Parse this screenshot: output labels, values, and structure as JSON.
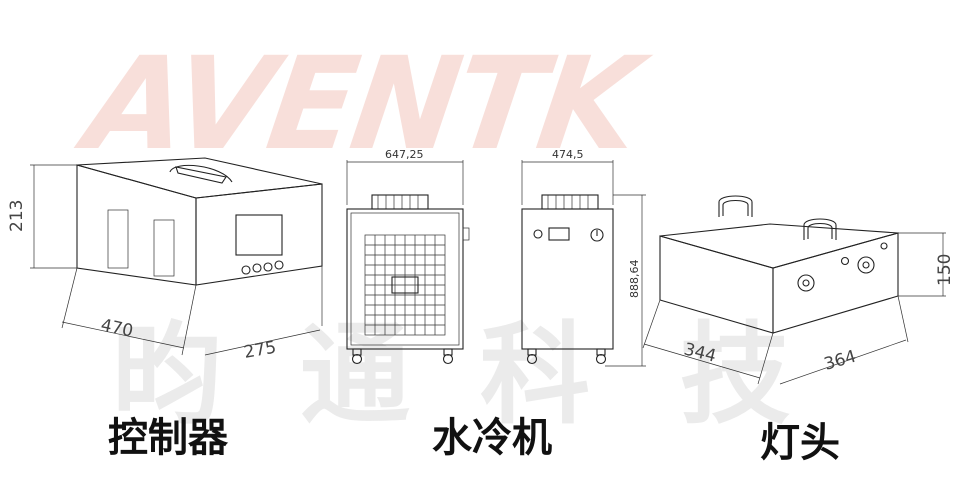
{
  "watermark": {
    "brand": "AVENTK",
    "chinese": [
      "昀",
      "通",
      "科",
      "技"
    ],
    "brand_color": "#f3b8ad"
  },
  "controller": {
    "caption": "控制器",
    "dim_height": "213",
    "dim_length": "470",
    "dim_width": "275"
  },
  "chiller": {
    "caption": "水冷机",
    "dim_front_width": "647,25",
    "dim_side_width": "474,5",
    "dim_height": "888,64"
  },
  "lamp_head": {
    "caption": "灯头",
    "dim_height": "150",
    "dim_length": "344",
    "dim_width": "364"
  }
}
